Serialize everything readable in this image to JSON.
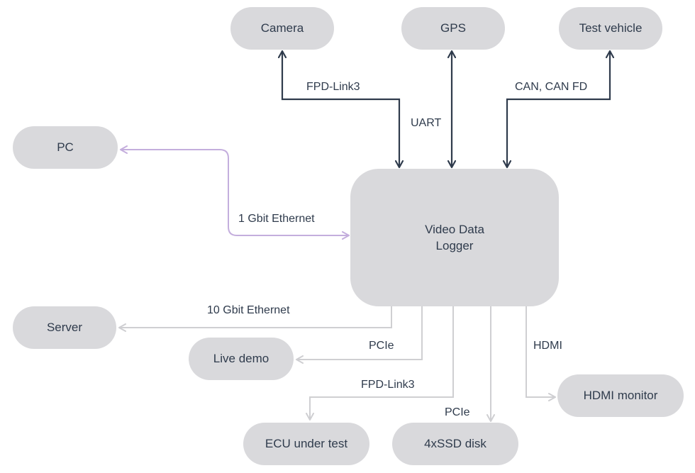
{
  "nodes": {
    "camera": "Camera",
    "gps": "GPS",
    "test_vehicle": "Test vehicle",
    "pc": "PC",
    "logger_line1": "Video Data",
    "logger_line2": "Logger",
    "server": "Server",
    "live_demo": "Live demo",
    "hdmi_monitor": "HDMI monitor",
    "ecu": "ECU under test",
    "ssd": "4xSSD disk"
  },
  "links": {
    "camera": "FPD-Link3",
    "gps": "UART",
    "test_vehicle": "CAN, CAN FD",
    "pc": "1 Gbit Ethernet",
    "server": "10 Gbit Ethernet",
    "live_demo": "PCIe",
    "ecu": "FPD-Link3",
    "ssd": "PCIe",
    "hdmi_monitor": "HDMI"
  },
  "colors": {
    "node_fill": "#d9d9dc",
    "dark_arrow": "#2f3b4c",
    "ethernet_arrow": "#c4aedd",
    "output_arrow": "#cfcfd2"
  }
}
